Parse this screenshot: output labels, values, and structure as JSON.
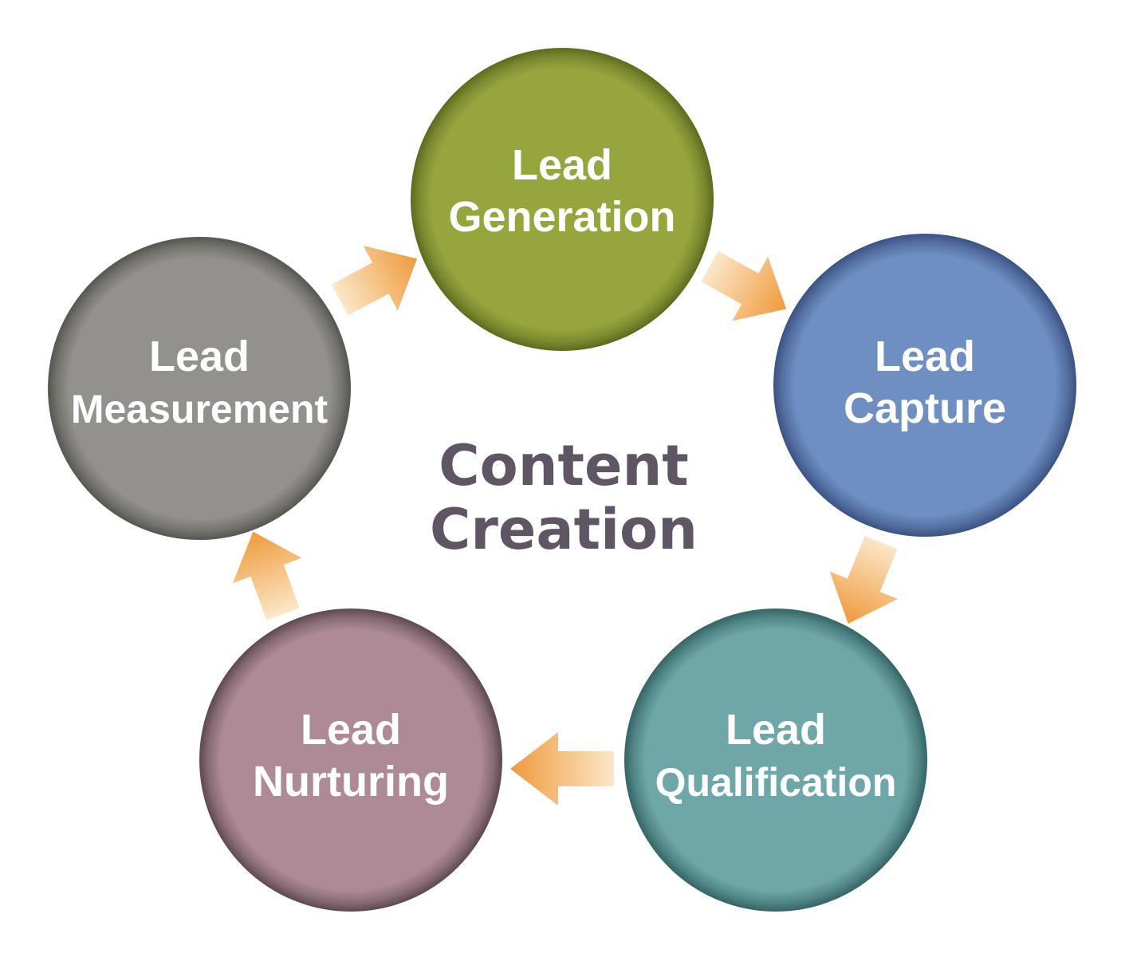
{
  "center": {
    "line1": "Content",
    "line2": "Creation"
  },
  "nodes": [
    {
      "line1": "Lead",
      "line2": "Generation",
      "color": "#97a53f",
      "dark": "#5c6a1e"
    },
    {
      "line1": "Lead",
      "line2": "Capture",
      "color": "#6f8fc3",
      "dark": "#3b5282"
    },
    {
      "line1": "Lead",
      "line2": "Qualification",
      "color": "#6fa7a8",
      "dark": "#356465"
    },
    {
      "line1": "Lead",
      "line2": "Nurturing",
      "color": "#ad8a96",
      "dark": "#5e4850"
    },
    {
      "line1": "Lead",
      "line2": "Measurement",
      "color": "#92918d",
      "dark": "#56554f"
    }
  ],
  "arrow_color": "#ef9a3c"
}
